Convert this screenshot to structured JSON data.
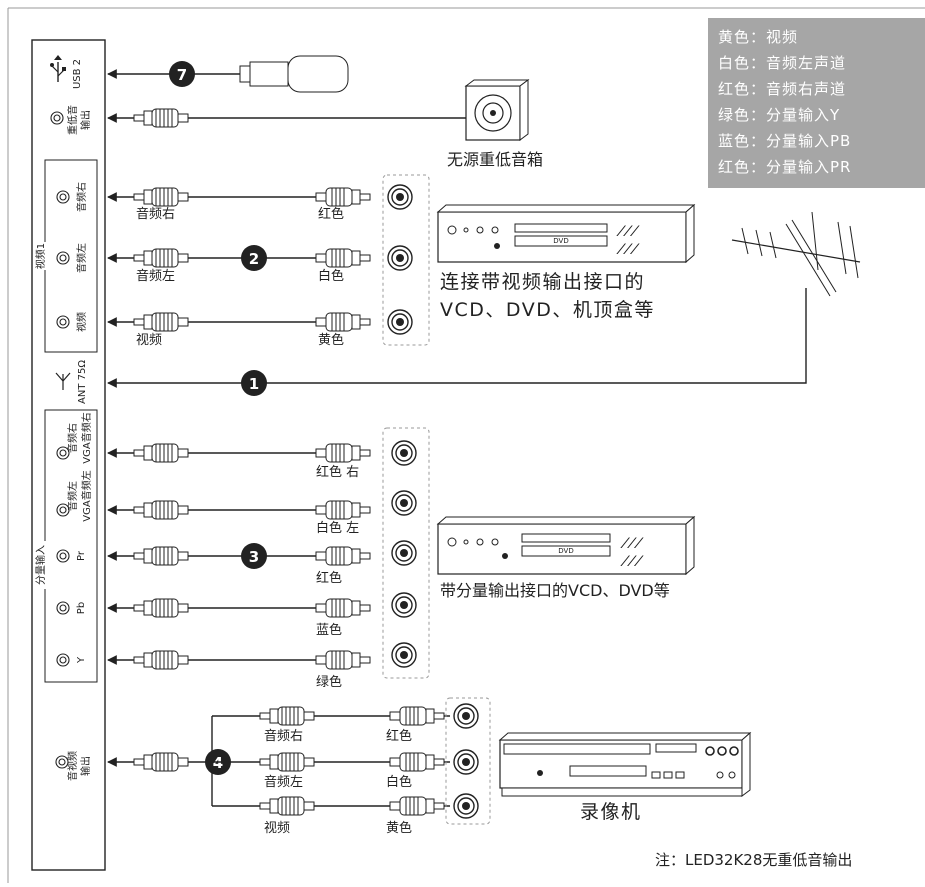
{
  "legend": [
    "黄色：视频",
    "白色：音频左声道",
    "红色：音频右声道",
    "绿色：分量输入Y",
    "蓝色：分量输入PB",
    "红色：分量输入PR"
  ],
  "panel": {
    "usb": "USB 2",
    "sub_top": "重低音",
    "sub_bottom": "输出",
    "video1_group": "视频1",
    "audio_r": "音频右",
    "audio_l": "音频左",
    "video": "视频",
    "ant": "ANT 75Ω",
    "component_group": "分量输入",
    "vga_audio_r": "VGA音频右",
    "vga_audio_l": "VGA音频左",
    "pr": "Pr",
    "pb": "Pb",
    "y": "Y",
    "av_out_top": "音视频",
    "av_out_bottom": "输出"
  },
  "badges": [
    "7",
    "2",
    "1",
    "3",
    "4"
  ],
  "devices": {
    "subwoofer": "无源重低音箱",
    "vcd_line1": "连接带视频输出接口的",
    "vcd_line2": "VCD、DVD、机顶盒等",
    "component_device": "带分量输出接口的VCD、DVD等",
    "vcr": "录像机",
    "dvd_logo": "DVD"
  },
  "cables": {
    "video1": {
      "left": [
        "音频右",
        "音频左",
        "视频"
      ],
      "right": [
        "红色",
        "白色",
        "黄色"
      ]
    },
    "component": {
      "right": [
        "红色 右",
        "白色 左",
        "红色",
        "蓝色",
        "绿色"
      ]
    },
    "av_out": {
      "left": [
        "音频右",
        "音频左",
        "视频"
      ],
      "right": [
        "红色",
        "白色",
        "黄色"
      ]
    }
  },
  "note": "注：LED32K28无重低音输出"
}
